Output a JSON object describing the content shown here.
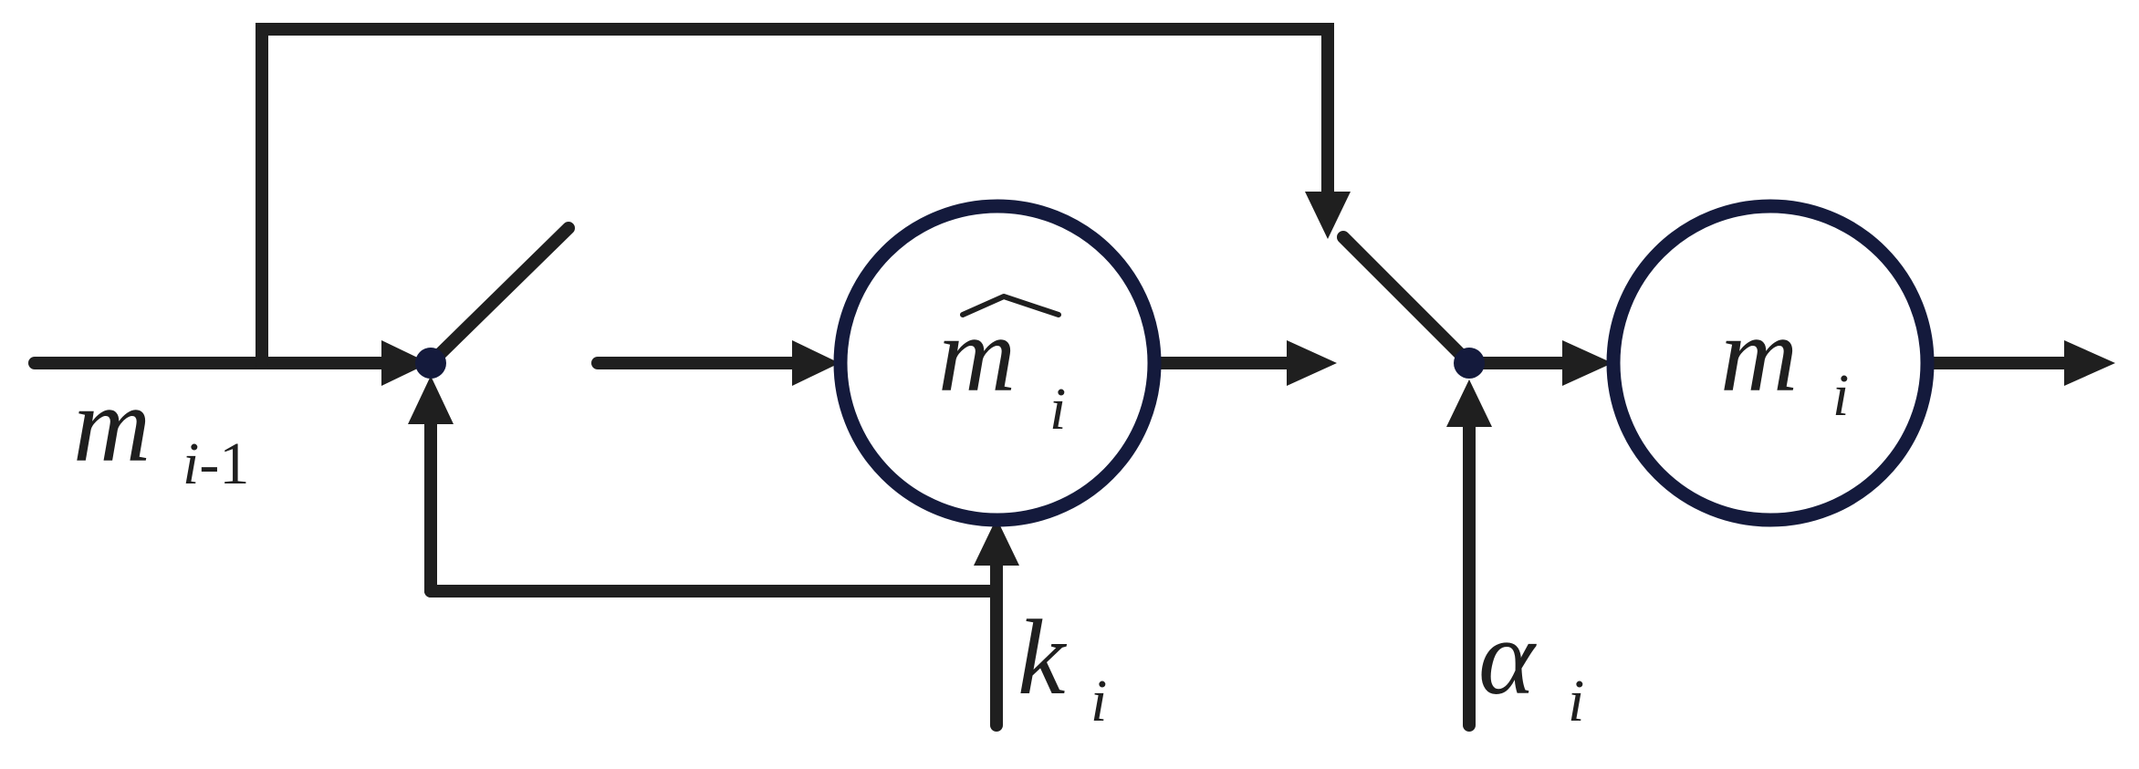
{
  "nodes": {
    "m_hat_i": {
      "base": "m",
      "sub": "i"
    },
    "m_i": {
      "base": "m",
      "sub": "i"
    }
  },
  "inputs": {
    "m_prev": {
      "base": "m",
      "sub": "i",
      "sub_rest": "-1"
    },
    "k_i": {
      "base": "k",
      "sub": "i"
    },
    "alpha_i": {
      "base": "α",
      "sub": "i"
    }
  },
  "colors": {
    "line": "#1f1f1f",
    "node": "#141a3c"
  }
}
